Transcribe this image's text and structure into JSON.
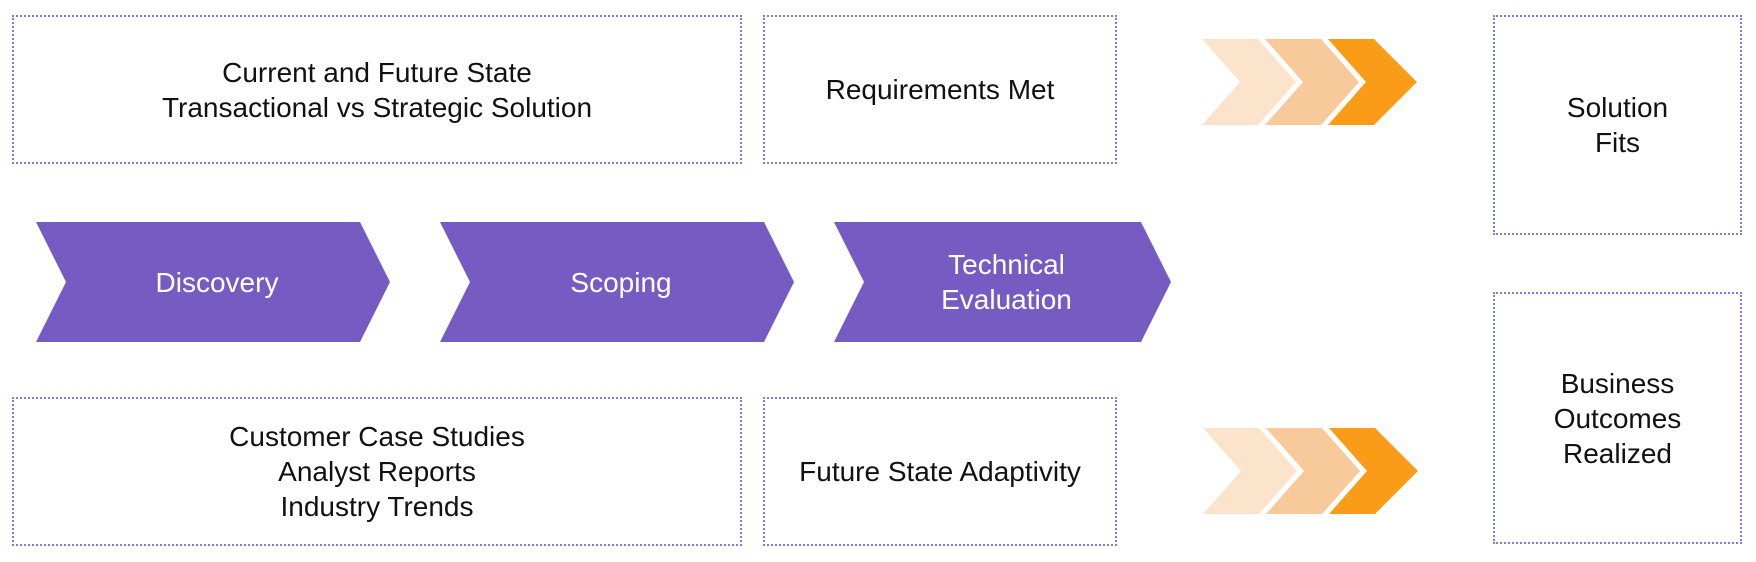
{
  "top_row": {
    "context_box": {
      "lines": [
        "Current and Future State",
        "Transactional vs Strategic Solution"
      ]
    },
    "check_box": {
      "lines": [
        "Requirements Met"
      ]
    }
  },
  "stages": [
    {
      "lines": [
        "Discovery"
      ]
    },
    {
      "lines": [
        "Scoping"
      ]
    },
    {
      "lines": [
        "Technical",
        "Evaluation"
      ]
    }
  ],
  "bottom_row": {
    "context_box": {
      "lines": [
        "Customer Case Studies",
        "Analyst Reports",
        "Industry Trends"
      ]
    },
    "check_box": {
      "lines": [
        "Future State Adaptivity"
      ]
    }
  },
  "outcomes": [
    {
      "lines": [
        "Solution",
        "Fits"
      ]
    },
    {
      "lines": [
        "Business",
        "Outcomes",
        "Realized"
      ]
    }
  ],
  "colors": {
    "stage_fill": "#765bc2",
    "chevron_light": "#fbe4cb",
    "chevron_mid": "#f8c99a",
    "chevron_strong": "#fa9c17",
    "dotted_border": "#7b7fd6"
  }
}
